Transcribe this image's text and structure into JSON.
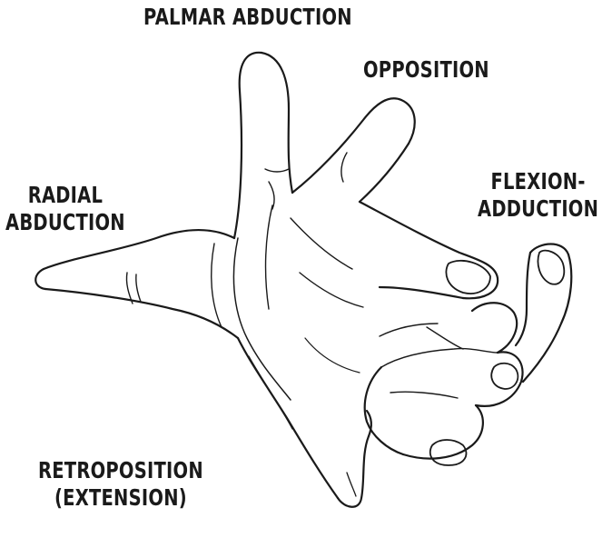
{
  "labels": {
    "palmar_abduction": "PALMAR ABDUCTION",
    "opposition": "OPPOSITION",
    "radial_abduction": [
      "RADIAL",
      "ABDUCTION"
    ],
    "flexion_adduction": [
      "FLEXION-",
      "ADDUCTION"
    ],
    "retroposition": [
      "RETROPOSITION",
      "(EXTENSION)"
    ]
  },
  "colors": {
    "line": "#1a1a1a",
    "background": "#ffffff"
  }
}
